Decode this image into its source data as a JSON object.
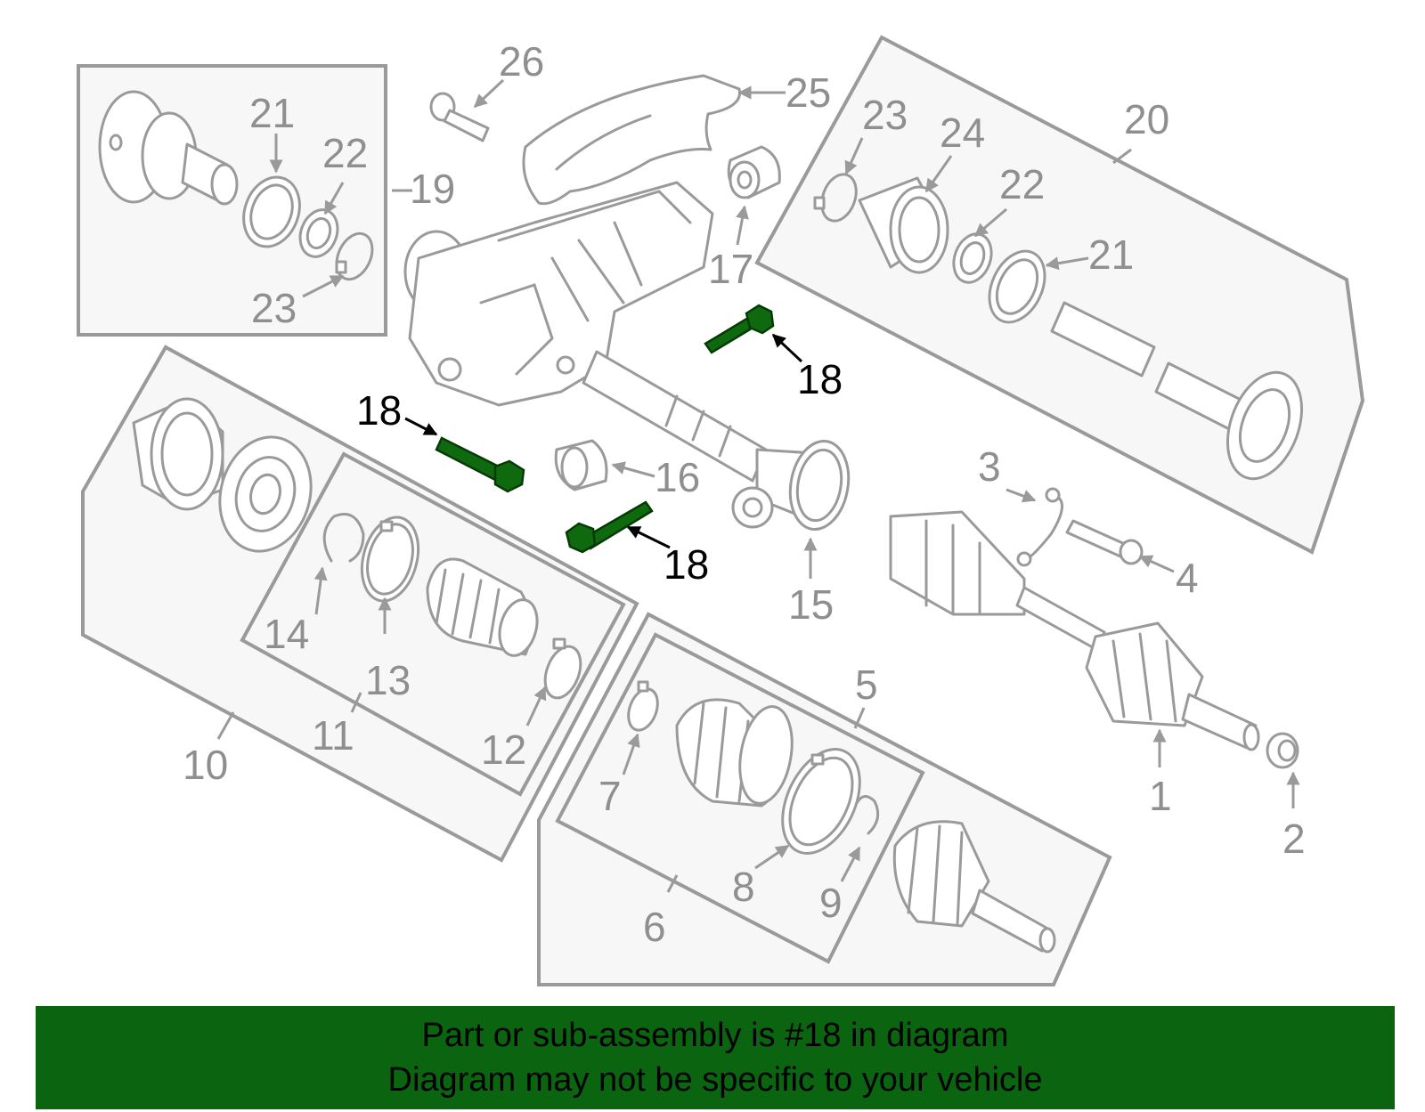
{
  "diagram": {
    "highlight_color": "#0f6a0f",
    "panel_color": "#f7f7f7",
    "line_color": "#9a9a9a",
    "callouts": {
      "c1": "1",
      "c2": "2",
      "c3": "3",
      "c4": "4",
      "c5": "5",
      "c6": "6",
      "c7": "7",
      "c8": "8",
      "c9": "9",
      "c10": "10",
      "c11": "11",
      "c12": "12",
      "c13": "13",
      "c14": "14",
      "c15": "15",
      "c16": "16",
      "c17": "17",
      "c18a": "18",
      "c18b": "18",
      "c18c": "18",
      "c19": "19",
      "c20": "20",
      "c21a": "21",
      "c21b": "21",
      "c22a": "22",
      "c22b": "22",
      "c23a": "23",
      "c23b": "23",
      "c24": "24",
      "c25": "25",
      "c26": "26"
    }
  },
  "banner": {
    "background": "#0b6410",
    "line1": "Part or sub-assembly is #18 in diagram",
    "line2": "Diagram may not be specific to your vehicle"
  }
}
